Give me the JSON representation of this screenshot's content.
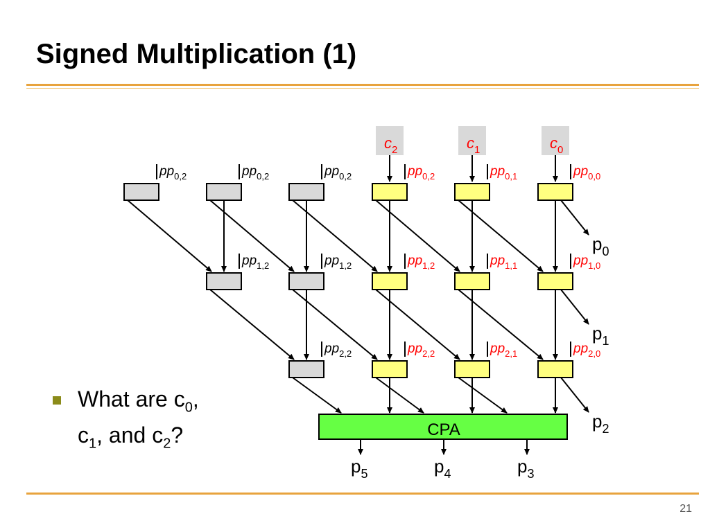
{
  "slide": {
    "title": "Signed Multiplication (1)",
    "bullet": {
      "line1": "What are c",
      "sub0": "0",
      "comma1": ",",
      "line2a": "c",
      "sub1": "1",
      "and": ", and c",
      "sub2": "2",
      "q": "?"
    },
    "slide_number": "21"
  },
  "diagram": {
    "carry_inputs": [
      {
        "base": "c",
        "sub": "2"
      },
      {
        "base": "c",
        "sub": "1"
      },
      {
        "base": "c",
        "sub": "0"
      }
    ],
    "rows": [
      {
        "labels": [
          {
            "base": "pp",
            "sub": "0,2",
            "red": false
          },
          {
            "base": "pp",
            "sub": "0,2",
            "red": false
          },
          {
            "base": "pp",
            "sub": "0,2",
            "red": false
          },
          {
            "base": "pp",
            "sub": "0,2",
            "red": true
          },
          {
            "base": "pp",
            "sub": "0,1",
            "red": true
          },
          {
            "base": "pp",
            "sub": "0,0",
            "red": true
          }
        ]
      },
      {
        "labels": [
          {
            "base": "pp",
            "sub": "1,2",
            "red": false
          },
          {
            "base": "pp",
            "sub": "1,2",
            "red": false
          },
          {
            "base": "pp",
            "sub": "1,2",
            "red": true
          },
          {
            "base": "pp",
            "sub": "1,1",
            "red": true
          },
          {
            "base": "pp",
            "sub": "1,0",
            "red": true
          }
        ]
      },
      {
        "labels": [
          {
            "base": "pp",
            "sub": "2,2",
            "red": false
          },
          {
            "base": "pp",
            "sub": "2,2",
            "red": true
          },
          {
            "base": "pp",
            "sub": "2,1",
            "red": true
          },
          {
            "base": "pp",
            "sub": "2,0",
            "red": true
          }
        ]
      }
    ],
    "products_right": [
      {
        "base": "p",
        "sub": "0"
      },
      {
        "base": "p",
        "sub": "1"
      },
      {
        "base": "p",
        "sub": "2"
      }
    ],
    "products_bottom": [
      {
        "base": "p",
        "sub": "5"
      },
      {
        "base": "p",
        "sub": "4"
      },
      {
        "base": "p",
        "sub": "3"
      }
    ],
    "cpa_label": "CPA",
    "colors": {
      "gray_cell": "#d9d9d9",
      "yellow_cell": "#ffff80",
      "green_cpa": "#66ff44",
      "red_text": "#ff0000",
      "carry_box": "#d9d9d9"
    }
  }
}
